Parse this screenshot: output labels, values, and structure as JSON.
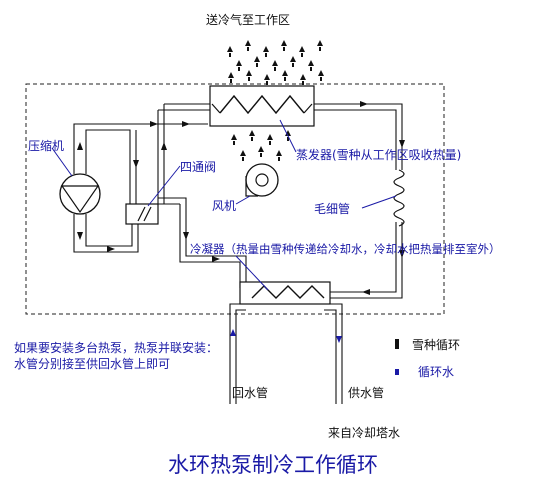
{
  "labels": {
    "top": "送冷气至工作区",
    "compressor": "压缩机",
    "four_way_valve": "四通阀",
    "fan": "风机",
    "evaporator": "蒸发器(雪种从工作区吸收热量)",
    "capillary": "毛细管",
    "condenser": "冷凝器（热量由雪种传递给冷却水，冷却水把热量排至室外）",
    "return_pipe": "回水管",
    "supply_pipe": "供水管",
    "from_tower": "来自冷却塔水"
  },
  "note": "如果要安装多台热泵，热泵并联安装：水管分别接至供回水管上即可",
  "legend": {
    "refrigerant": "雪种循环",
    "water": "循环水"
  },
  "title": "水环热泵制冷工作循环",
  "colors": {
    "ink": "#111111",
    "label": "#1a1aa6",
    "dashed_box": "#222222"
  }
}
